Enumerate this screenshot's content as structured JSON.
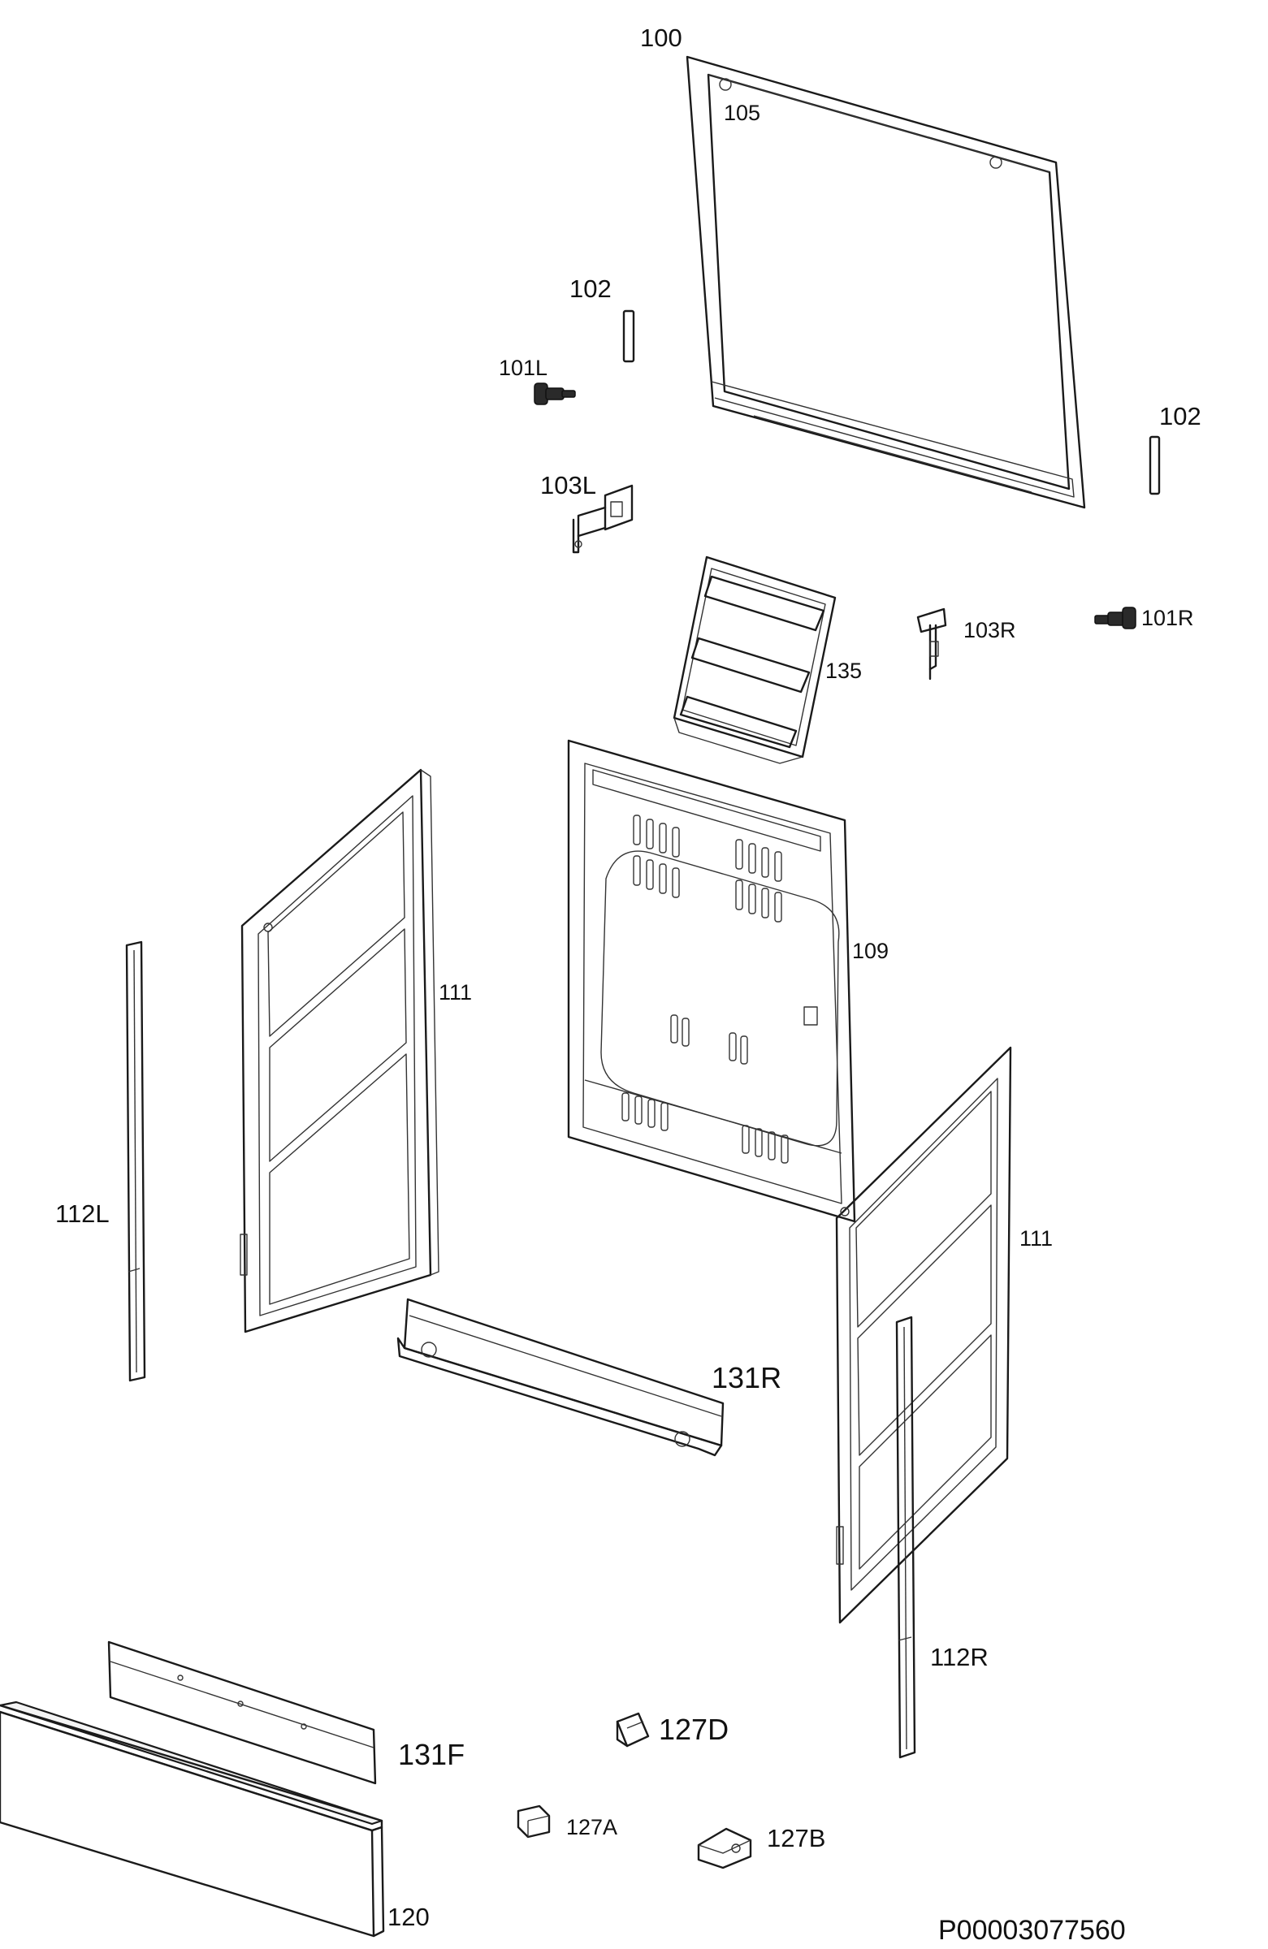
{
  "parts": [
    {
      "id": "p100",
      "label": "100"
    },
    {
      "id": "p105",
      "label": "105"
    },
    {
      "id": "p102a",
      "label": "102"
    },
    {
      "id": "p102b",
      "label": "102"
    },
    {
      "id": "p101L",
      "label": "101L"
    },
    {
      "id": "p103L",
      "label": "103L"
    },
    {
      "id": "p103R",
      "label": "103R"
    },
    {
      "id": "p101R",
      "label": "101R"
    },
    {
      "id": "p135",
      "label": "135"
    },
    {
      "id": "p109",
      "label": "109"
    },
    {
      "id": "p111a",
      "label": "111"
    },
    {
      "id": "p111b",
      "label": "111"
    },
    {
      "id": "p112L",
      "label": "112L"
    },
    {
      "id": "p131R",
      "label": "131R"
    },
    {
      "id": "p112R",
      "label": "112R"
    },
    {
      "id": "p131F",
      "label": "131F"
    },
    {
      "id": "p127D",
      "label": "127D"
    },
    {
      "id": "p127A",
      "label": "127A"
    },
    {
      "id": "p127B",
      "label": "127B"
    },
    {
      "id": "p120",
      "label": "120"
    }
  ],
  "document_number": "P00003077560"
}
